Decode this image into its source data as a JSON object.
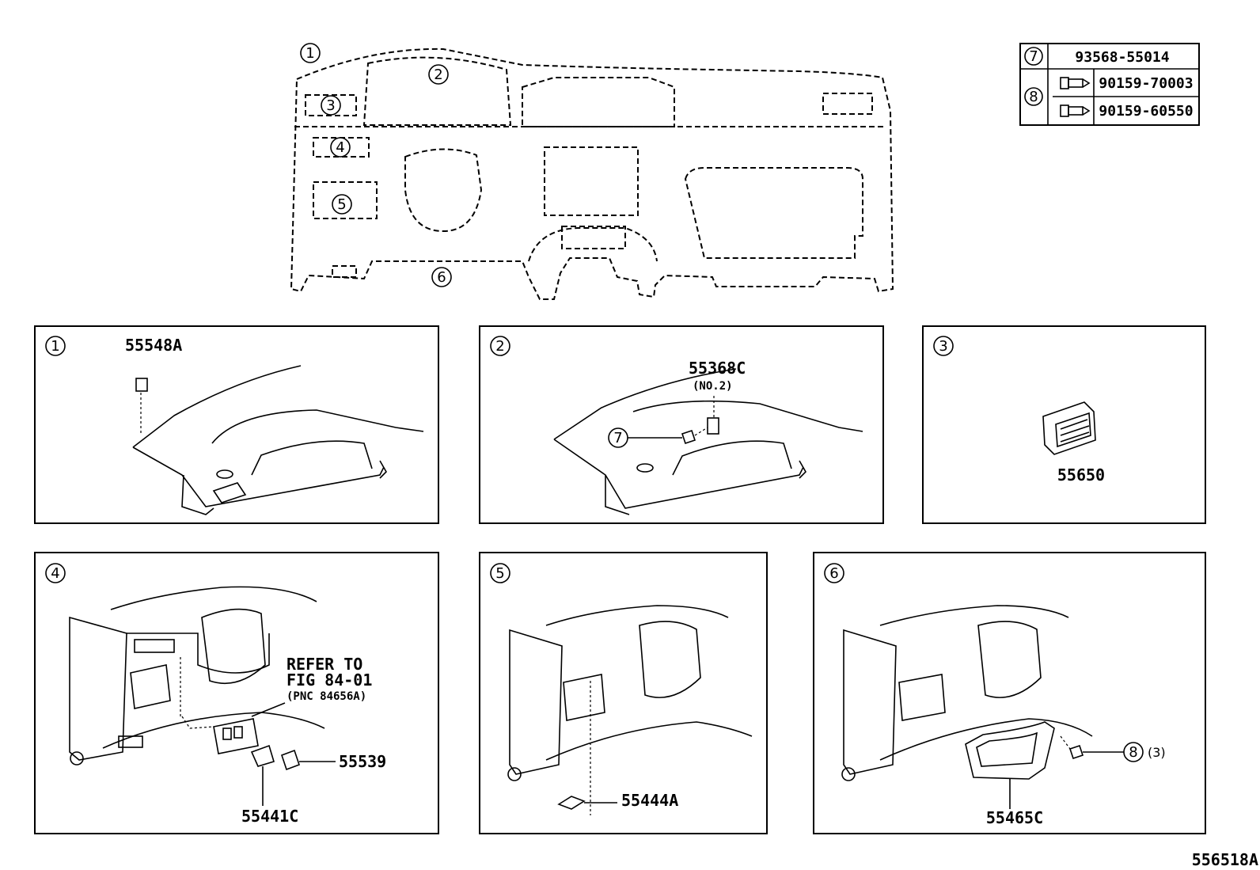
{
  "diagram": {
    "callouts": [
      "1",
      "2",
      "3",
      "4",
      "5",
      "6",
      "7",
      "8"
    ],
    "overview_labels": {
      "c1": "1",
      "c2": "2",
      "c3": "3",
      "c4": "4",
      "c5": "5",
      "c6": "6"
    },
    "parts_table": {
      "rows": [
        {
          "ref": "7",
          "part_no": "93568-55014"
        },
        {
          "ref": "8",
          "part_no": "90159-70003"
        },
        {
          "ref": "",
          "part_no": "90159-60550"
        }
      ]
    },
    "panels": [
      {
        "ref": "1",
        "parts": [
          "55548A"
        ]
      },
      {
        "ref": "2",
        "parts": [
          "55368C",
          "(NO.2)",
          "7"
        ]
      },
      {
        "ref": "3",
        "parts": [
          "55650"
        ]
      },
      {
        "ref": "4",
        "parts": [
          "REFER TO",
          "FIG 84-01",
          "(PNC 84656A)",
          "55539",
          "55441C"
        ]
      },
      {
        "ref": "5",
        "parts": [
          "55444A"
        ]
      },
      {
        "ref": "6",
        "parts": [
          "8",
          "(3)",
          "55465C"
        ]
      }
    ],
    "figure_id": "556518A"
  }
}
